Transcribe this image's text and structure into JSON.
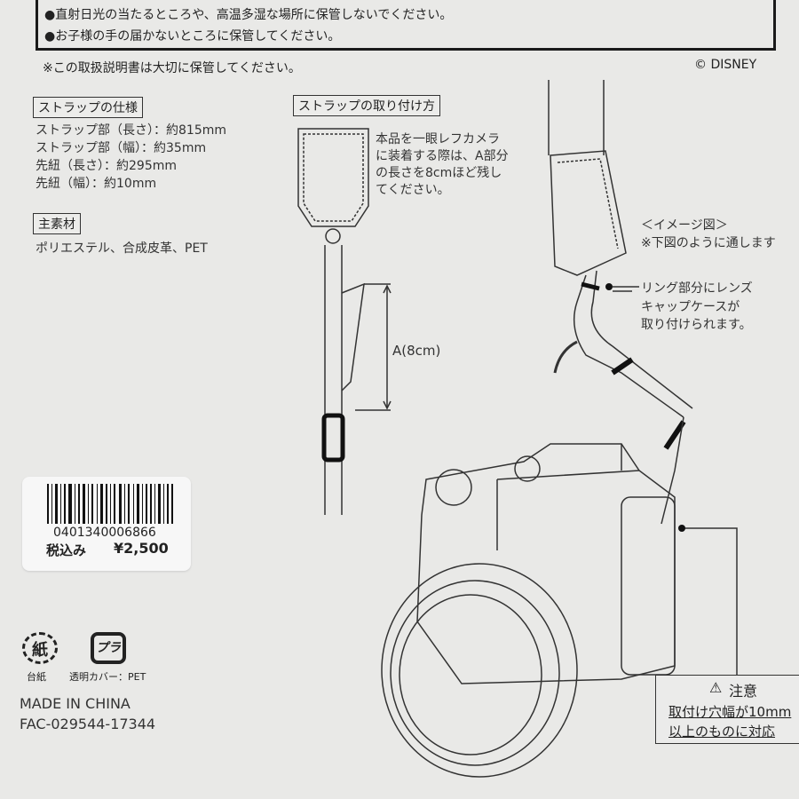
{
  "warnings": {
    "items": [
      "●直射日光の当たるところや、高温多湿な場所に保管しないでください。",
      "●お子様の手の届かないところに保管してください。"
    ],
    "keep_note": "※この取扱説明書は大切に保管してください。",
    "copyright": "© DISNEY"
  },
  "specs": {
    "heading": "ストラップの仕様",
    "lines": [
      "ストラップ部（長さ）：約815mm",
      "ストラップ部（幅）：約35mm",
      "先紐（長さ）：約295mm",
      "先紐（幅）：約10mm"
    ],
    "material_heading": "主素材",
    "material": "ポリエステル、合成皮革、PET"
  },
  "attach": {
    "heading": "ストラップの取り付け方",
    "lines": [
      "本品を一眼レフカメラ",
      "に装着する際は、A部分",
      "の長さを8cmほど残し",
      "てください。"
    ],
    "dimension_label": "A(8cm)"
  },
  "image_note": {
    "title": "＜イメージ図＞",
    "sub": "※下図のように通します",
    "ring_lines": [
      "リング部分にレンズ",
      "キャップケースが",
      "取り付けられます。"
    ]
  },
  "price_label": {
    "barcode": "0401340006866",
    "tax_label": "税込み",
    "price": "¥2,500"
  },
  "recycle": {
    "paper_mark": "紙",
    "paper_label": "台紙",
    "plastic_mark": "プラ",
    "plastic_label": "透明カバー：PET"
  },
  "origin": "MADE IN CHINA",
  "product_code": "FAC-029544-17344",
  "caution": {
    "title": "注意",
    "lines": [
      "取付け穴幅が10mm",
      "以上のものに対応"
    ]
  }
}
